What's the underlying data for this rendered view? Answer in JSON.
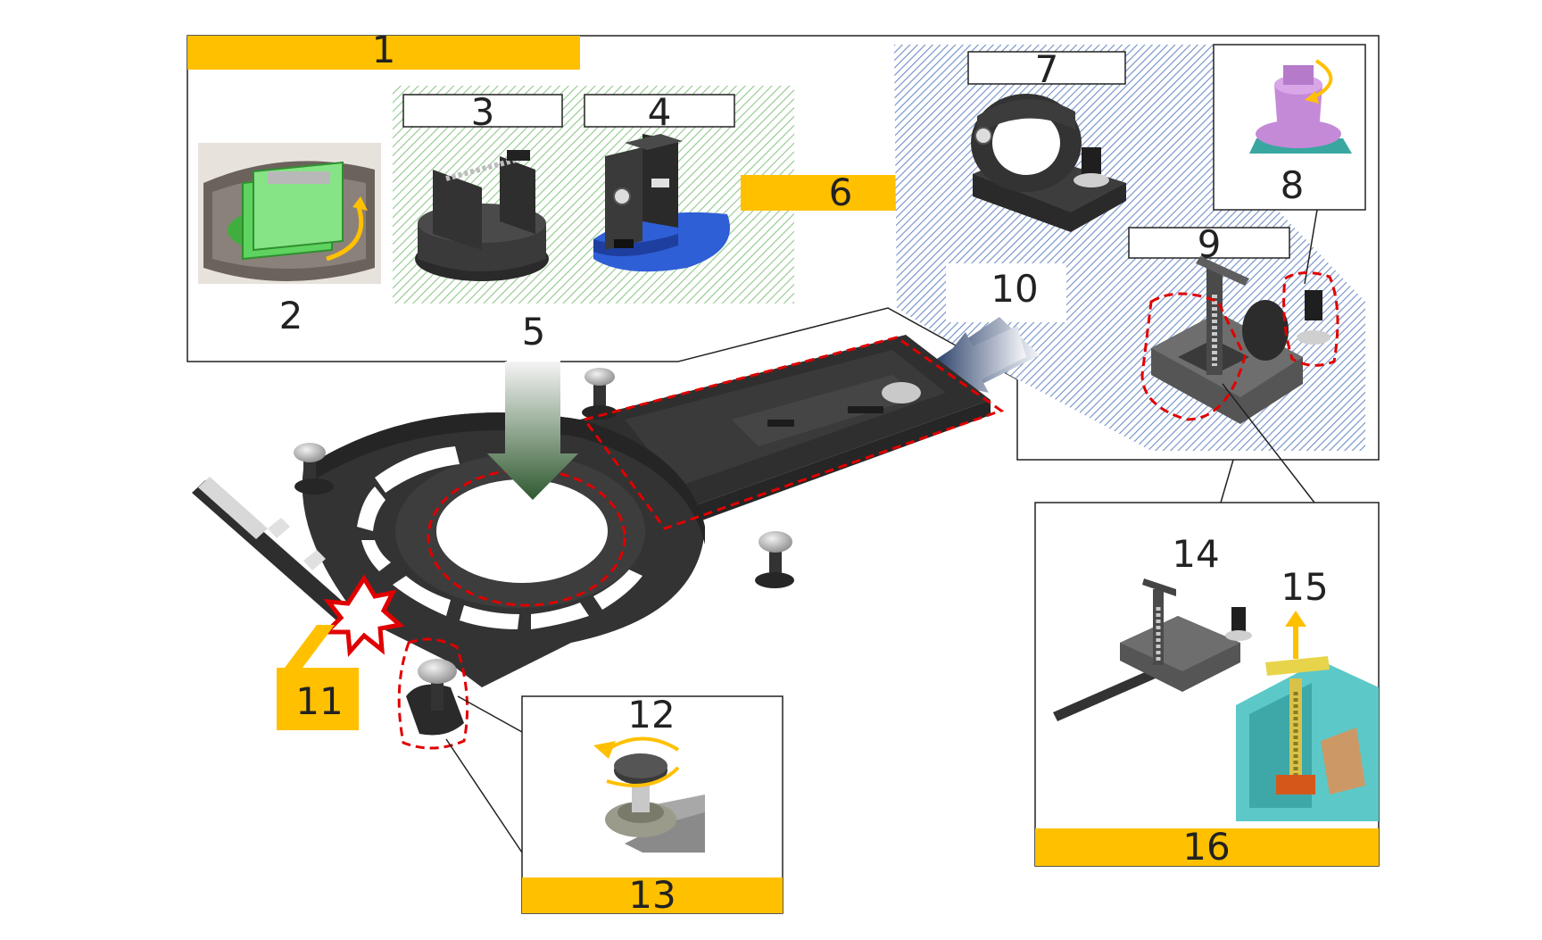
{
  "labels": {
    "l1": "1",
    "l2": "2",
    "l3": "3",
    "l4": "4",
    "l5": "5",
    "l6": "6",
    "l7": "7",
    "l8": "8",
    "l9": "9",
    "l10": "10",
    "l11": "11",
    "l12": "12",
    "l13": "13",
    "l14": "14",
    "l15": "15",
    "l16": "16"
  },
  "colors": {
    "bar": "#ffc000",
    "callout_red": "#e00000",
    "part": "#3c3c3c",
    "green_fill": "#9fd39a",
    "blue_fill": "#9fb4d8",
    "green_part": "#5fd35f",
    "violet_part": "#c48ad8",
    "teal_part": "#5cc8c8",
    "blue_pad": "#2f5fd6"
  }
}
